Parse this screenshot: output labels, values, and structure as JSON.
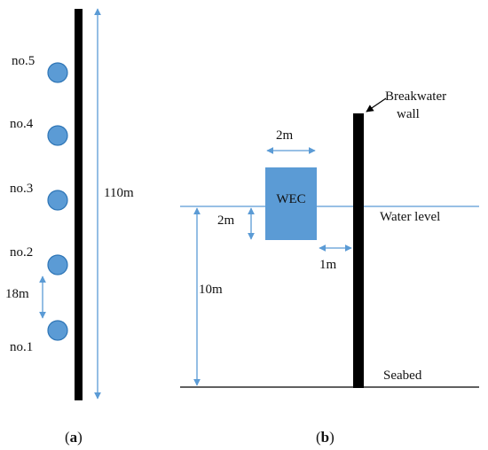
{
  "colors": {
    "accent": "#5b9bd5",
    "accent_dark": "#2e75b6",
    "ink": "#000000"
  },
  "panel_a": {
    "wec_labels": [
      "no.5",
      "no.4",
      "no.3",
      "no.2",
      "no.1"
    ],
    "length_label": "110m",
    "spacing_label": "18m",
    "caption_open": "(",
    "caption_letter": "a",
    "caption_close": ")"
  },
  "panel_b": {
    "wall_label_line1": "Breakwater",
    "wall_label_line2": "wall",
    "wec_label": "WEC",
    "width_label": "2m",
    "draft_label": "2m",
    "gap_label": "1m",
    "depth_label": "10m",
    "water_level_label": "Water level",
    "seabed_label": "Seabed",
    "caption_open": "(",
    "caption_letter": "b",
    "caption_close": ")"
  }
}
